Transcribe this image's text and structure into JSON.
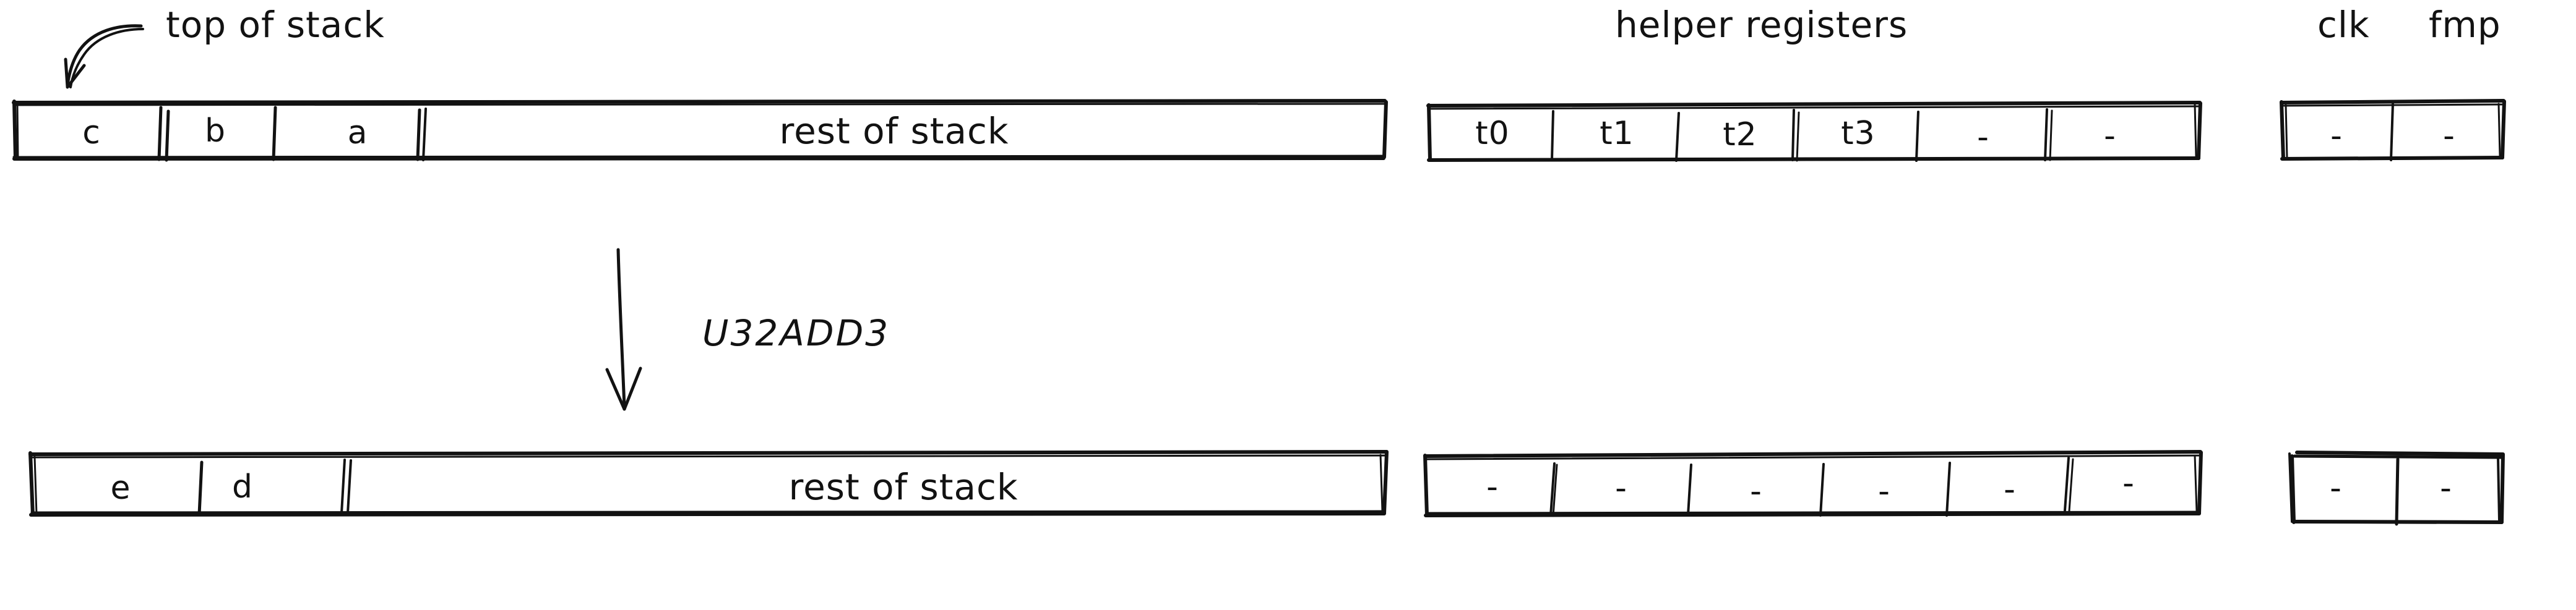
{
  "diagram": {
    "title_annotations": {
      "top_of_stack": "top of stack",
      "helper_registers": "helper registers",
      "clk": "clk",
      "fmp": "fmp"
    },
    "operation": {
      "name": "U32ADD3",
      "arrow": "down-arrow"
    },
    "before": {
      "stack": {
        "cells": [
          "c",
          "b",
          "a"
        ],
        "rest_label": "rest of stack"
      },
      "helper_registers": {
        "cells": [
          "t0",
          "t1",
          "t2",
          "t3",
          "-",
          "-"
        ]
      },
      "clk_fmp": {
        "cells": [
          "-",
          "-"
        ]
      }
    },
    "after": {
      "stack": {
        "cells": [
          "e",
          "d"
        ],
        "rest_label": "rest of stack"
      },
      "helper_registers": {
        "cells": [
          "-",
          "-",
          "-",
          "-",
          "-",
          "-"
        ]
      },
      "clk_fmp": {
        "cells": [
          "-",
          "-"
        ]
      }
    },
    "colors": {
      "ink": "#121212",
      "background": "#ffffff"
    }
  }
}
